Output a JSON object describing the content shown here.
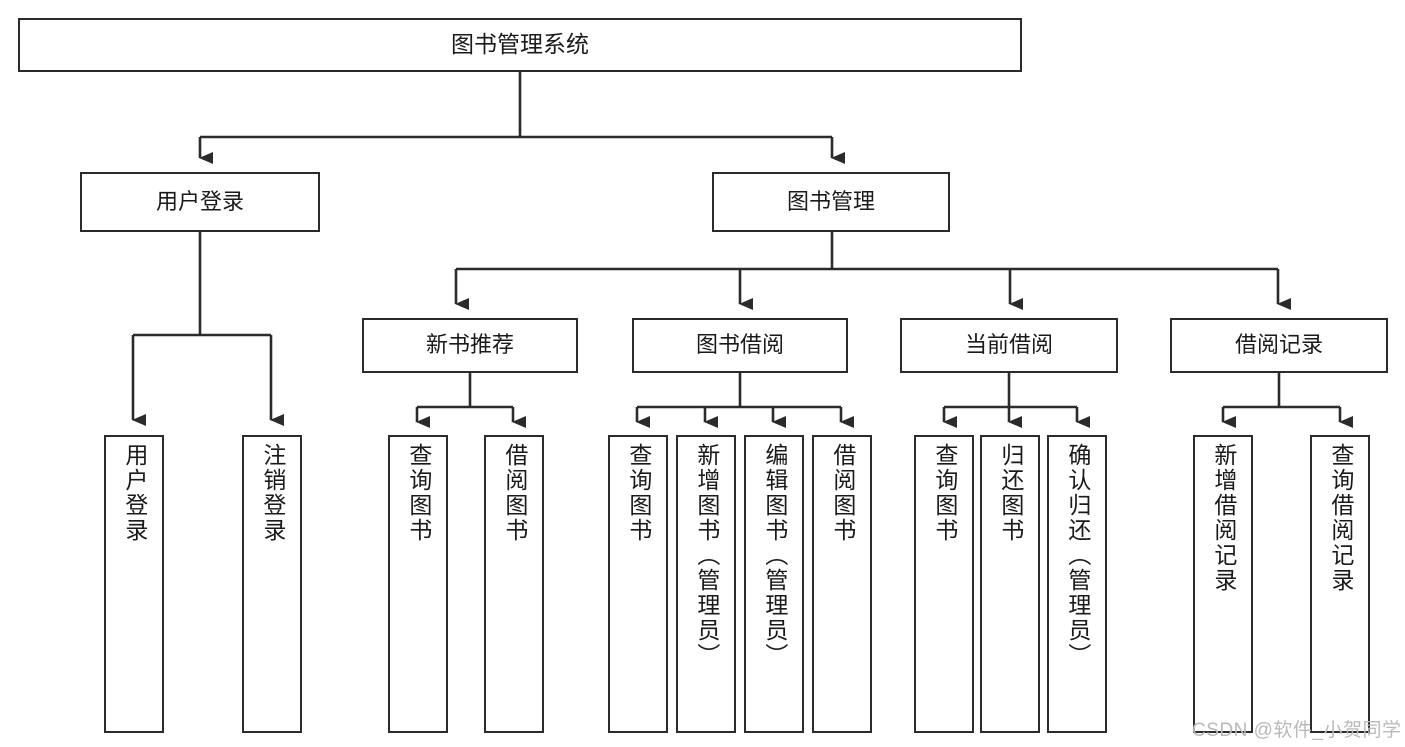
{
  "diagram": {
    "title": "图书管理系统",
    "type": "tree",
    "root": {
      "id": "root",
      "label": "图书管理系统"
    },
    "level1": [
      {
        "id": "user-login",
        "label": "用户登录"
      },
      {
        "id": "book-manage",
        "label": "图书管理"
      }
    ],
    "level2": [
      {
        "id": "new-book-recommend",
        "label": "新书推荐",
        "parent": "book-manage"
      },
      {
        "id": "book-borrow",
        "label": "图书借阅",
        "parent": "book-manage"
      },
      {
        "id": "current-borrow",
        "label": "当前借阅",
        "parent": "book-manage"
      },
      {
        "id": "borrow-record",
        "label": "借阅记录",
        "parent": "book-manage"
      }
    ],
    "leaves": [
      {
        "id": "leaf-user-login",
        "label": "用户登录",
        "parent": "user-login"
      },
      {
        "id": "leaf-user-logout",
        "label": "注销登录",
        "parent": "user-login"
      },
      {
        "id": "leaf-query-book-1",
        "label": "查询图书",
        "parent": "new-book-recommend"
      },
      {
        "id": "leaf-borrow-book-1",
        "label": "借阅图书",
        "parent": "new-book-recommend"
      },
      {
        "id": "leaf-query-book-2",
        "label": "查询图书",
        "parent": "book-borrow"
      },
      {
        "id": "leaf-add-book",
        "label": "新增图书（管理员）",
        "parent": "book-borrow"
      },
      {
        "id": "leaf-edit-book",
        "label": "编辑图书（管理员）",
        "parent": "book-borrow"
      },
      {
        "id": "leaf-borrow-book-2",
        "label": "借阅图书",
        "parent": "book-borrow"
      },
      {
        "id": "leaf-query-book-3",
        "label": "查询图书",
        "parent": "current-borrow"
      },
      {
        "id": "leaf-return-book",
        "label": "归还图书",
        "parent": "current-borrow"
      },
      {
        "id": "leaf-confirm-return",
        "label": "确认归还（管理员）",
        "parent": "current-borrow"
      },
      {
        "id": "leaf-add-record",
        "label": "新增借阅记录",
        "parent": "borrow-record"
      },
      {
        "id": "leaf-query-record",
        "label": "查询借阅记录",
        "parent": "borrow-record"
      }
    ]
  },
  "watermark": {
    "text": "CSDN @软件_小贺同学"
  },
  "colors": {
    "stroke": "#2b2b2b",
    "background": "#ffffff",
    "text": "#1a1a1a",
    "watermark": "#b9b9b9"
  }
}
